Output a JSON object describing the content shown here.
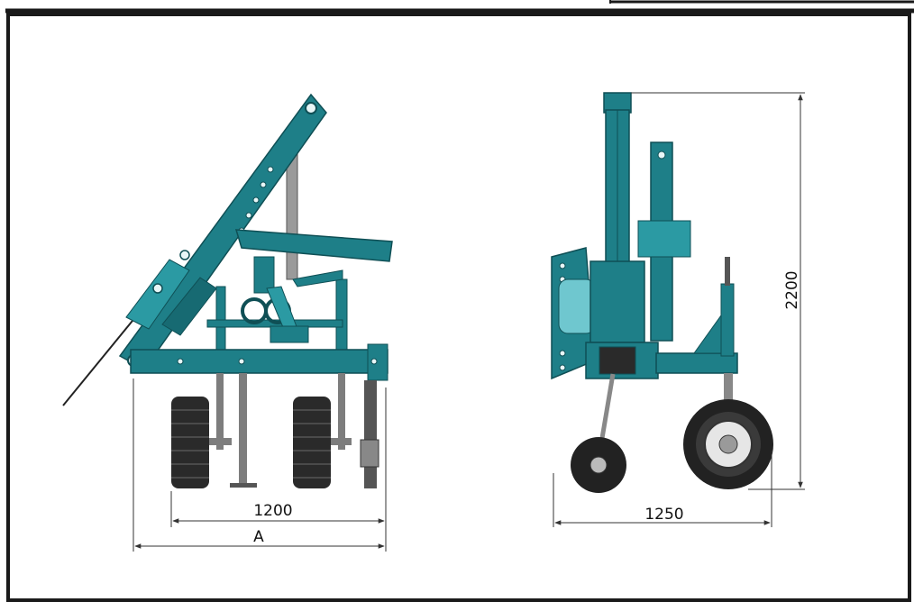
{
  "colors": {
    "frame": "#1a1a1a",
    "machine_teal": "#1e7f88",
    "machine_dark": "#0f4f55",
    "machine_light": "#6fc7cf",
    "steel": "#8b8b8b",
    "tire": "#2a2a2a",
    "dimension_line": "#333333"
  },
  "dimensions": {
    "track_width": "1200",
    "overall_width": "A",
    "wheel_base": "1250",
    "height": "2200"
  }
}
